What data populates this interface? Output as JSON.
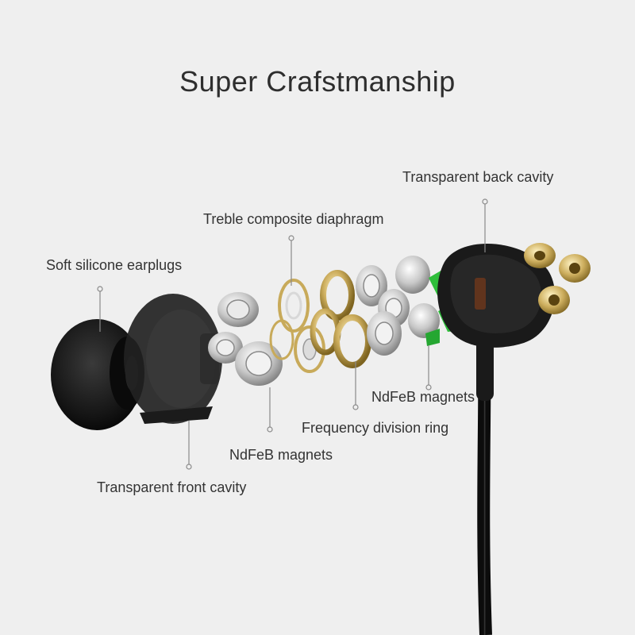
{
  "title": "Super Crafstmanship",
  "labels": {
    "soft_silicone_earplugs": "Soft silicone earplugs",
    "treble_composite_diaphragm": "Treble composite diaphragm",
    "transparent_back_cavity": "Transparent back cavity",
    "ndfeb_magnets_right": "NdFeB magnets",
    "frequency_division_ring": "Frequency division ring",
    "ndfeb_magnets_left": "NdFeB magnets",
    "transparent_front_cavity": "Transparent front cavity"
  },
  "colors": {
    "background": "#efefef",
    "earplug": "#1c1c1c",
    "silver": "#c9c9c9",
    "gold": "#c8aa5a",
    "green_tabs": "#2ebd3a",
    "leader_lines": "#8a8a8a"
  }
}
